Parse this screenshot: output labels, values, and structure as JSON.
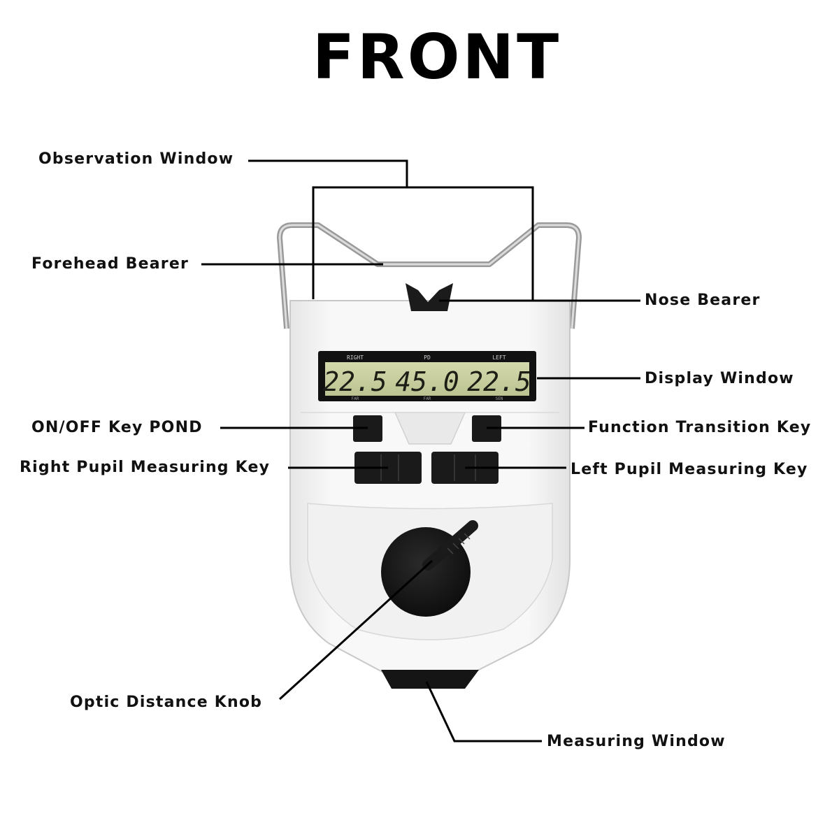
{
  "title": "FRONT",
  "labels": {
    "observation_window": "Observation Window",
    "forehead_bearer": "Forehead Bearer",
    "nose_bearer": "Nose Bearer",
    "display_window": "Display Window",
    "on_off_key": "ON/OFF Key POND",
    "function_transition_key": "Function Transition Key",
    "right_pupil_key": "Right Pupil Measuring Key",
    "left_pupil_key": "Left Pupil Measuring Key",
    "optic_distance_knob": "Optic Distance Knob",
    "measuring_window": "Measuring Window"
  },
  "display": {
    "right_label": "RIGHT",
    "pd_label": "PD",
    "left_label": "LEFT",
    "right_value": "22.5",
    "pd_value": "45.0",
    "left_value": "22.5",
    "bottom_left": "FAR",
    "bottom_mid": "FAR",
    "bottom_right": "SEN"
  },
  "colors": {
    "device_body": "#f4f4f4",
    "lcd": "#c9cfa0",
    "keys": "#1a1a1a",
    "leader_lines": "#000000"
  }
}
